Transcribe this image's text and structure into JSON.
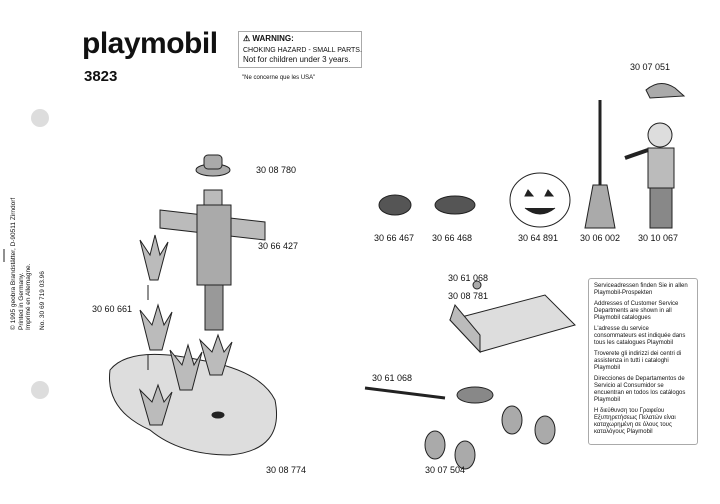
{
  "header": {
    "brand": "playmobil",
    "model": "3823"
  },
  "warning": {
    "title": "WARNING:",
    "line1": "CHOKING HAZARD - SMALL PARTS.",
    "line2": "Not for children under 3 years.",
    "note": "\"Ne concerne que les USA\""
  },
  "side_text": {
    "line1": "© 1995 geobra Brandstätter, D-90511 Zirndorf",
    "line2": "Printed in Germany.",
    "line3": "Imprimé en Allemagne.",
    "line4": "No. 30 69 719     03.96"
  },
  "parts": {
    "cap": "30 07 051",
    "hat": "30 08 780",
    "scarecrow": "30 66 427",
    "plant": "30 60 661",
    "base": "30 08 774",
    "crow1": "30 66 467",
    "crow2": "30 66 468",
    "pumpkin": "30 64 891",
    "broom": "30 06 002",
    "boy": "30 10 067",
    "cart_knob": "30 61 068",
    "cart": "30 08 781",
    "handle": "30 61 068",
    "wheels": "30 07 504"
  },
  "service": [
    "Serviceadressen finden Sie in allen Playmobil-Prospekten",
    "Addresses of Customer Service Departments are shown in all Playmobil catalogues",
    "L'adresse du service consommateurs est indiquée dans tous les catalogues Playmobil",
    "Troverete gli indirizzi dei centri di assistenza in tutti i cataloghi Playmobil",
    "Direcciones de Departamentos de Servicio al Consumidor se encuentran en todos los catálogos Playmobil",
    "Η διεύθυνση του Γραφείου Εξυπηρετήσεως Πελατών είναι καταχωρημένη σε όλους τους καταλόγους Playmobil"
  ]
}
